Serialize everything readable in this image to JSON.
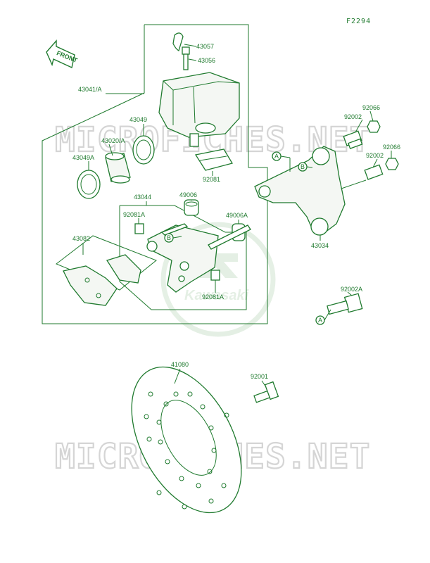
{
  "diagram_code": "F2294",
  "front_label": "FRONT",
  "watermark_text": "MICROFICHES.NET",
  "logo_text": "Kawasaki",
  "callout_a": "A",
  "callout_b": "B",
  "parts": {
    "p43057": "43057",
    "p43056": "43056",
    "p43041A": "43041/A",
    "p43049": "43049",
    "p43020A": "43020/A",
    "p43049A": "43049A",
    "p92081": "92081",
    "p43044": "43044",
    "p49006": "49006",
    "p92081A_top": "92081A",
    "p49006A": "49006A",
    "p43082": "43082",
    "p92081A_bot": "92081A",
    "p92066_top": "92066",
    "p92002_top": "92002",
    "p92066_bot": "92066",
    "p92002_bot": "92002",
    "p43034": "43034",
    "p92002A": "92002A",
    "p41080": "41080",
    "p92001": "92001"
  },
  "colors": {
    "ink": "#1f7a2e",
    "watermark": "#d5d5d5",
    "logo": "#cfe3cf"
  }
}
